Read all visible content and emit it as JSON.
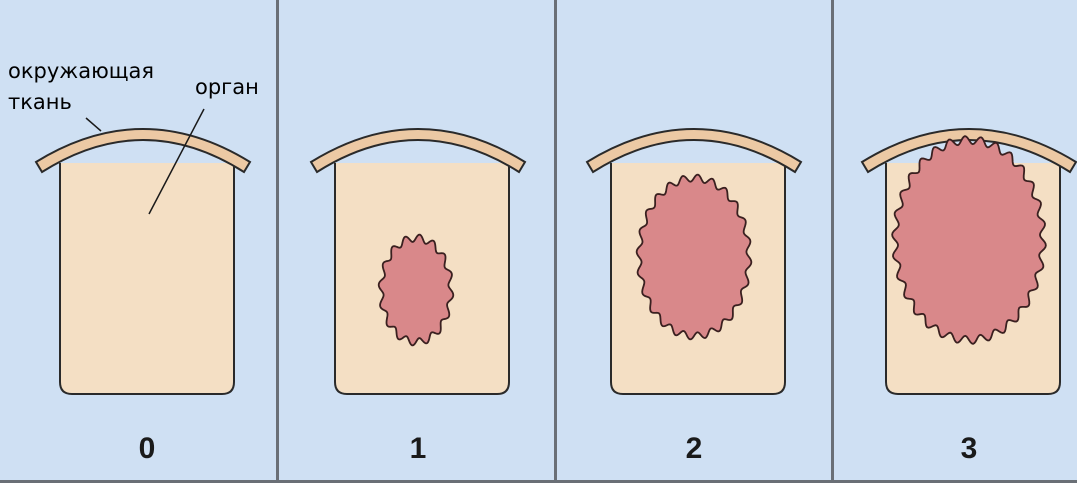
{
  "labels": {
    "surrounding_tissue_line1": "окружающая",
    "surrounding_tissue_line2": "ткань",
    "organ": "орган"
  },
  "stages": [
    {
      "number": "0"
    },
    {
      "number": "1"
    },
    {
      "number": "2"
    },
    {
      "number": "3"
    }
  ],
  "colors": {
    "background": "#cfe0f3",
    "panel_divider": "#6a6f76",
    "organ_fill": "#f4dfc4",
    "organ_stroke": "#2a2a2a",
    "capsule_fill": "#ecc9a4",
    "tumor_fill": "#d9888a",
    "tumor_stroke": "#3a2020"
  }
}
